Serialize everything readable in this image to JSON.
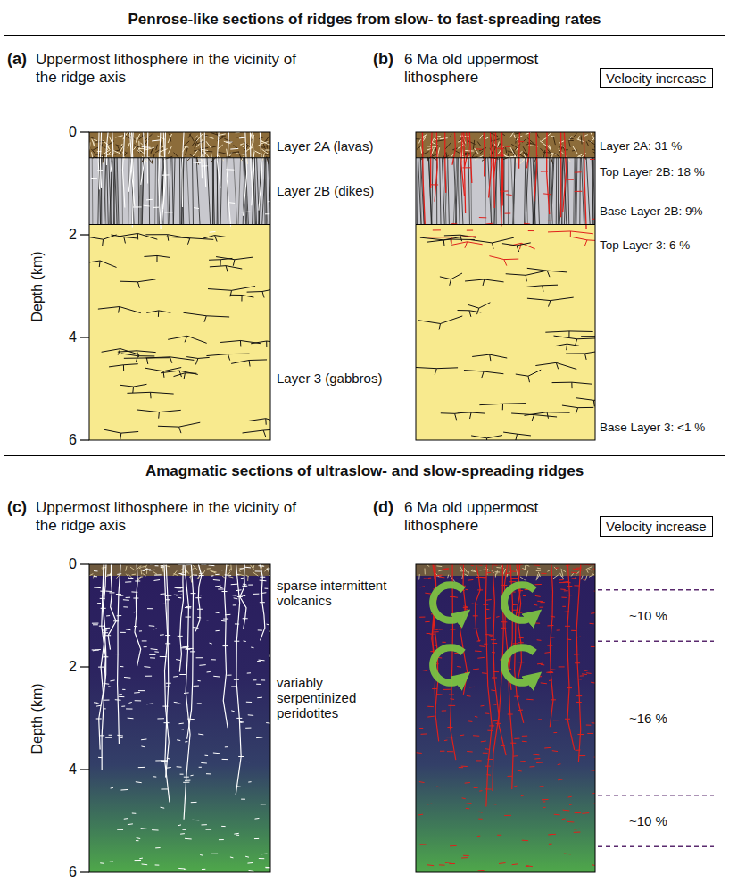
{
  "diagram": {
    "nodes": [
      {
        "text": [
          "Penrose-like sections of ridges from slow- to fast-spreading rates"
        ]
      },
      {
        "text": [
          "Velocity increase"
        ]
      },
      {
        "text": [
          "Amagmatic sections of ultraslow- and slow-spreading ridges"
        ]
      },
      {
        "text": [
          "Velocity increase"
        ]
      }
    ],
    "labels": [
      "(a)",
      "Uppermost lithosphere in the vicinity of the ridge axis",
      "(b)",
      "6 Ma old uppermost lithosphere",
      "0",
      "2",
      "4",
      "6",
      "Depth (km)",
      "Layer 2A (lavas)",
      "Layer 2B (dikes)",
      "Layer 3 (gabbros)",
      "Layer 2A: 31 %",
      "Top Layer 2B: 18 %",
      "Base Layer 2B: 9%",
      "Top Layer 3: 6 %",
      "Base Layer 3: <1 %",
      "(c)",
      "Uppermost lithosphere in the vicinity of the ridge axis",
      "(d)",
      "6 Ma old uppermost lithosphere",
      "0",
      "2",
      "4",
      "6",
      "Depth (km)",
      "sparse intermittent volcanics",
      "variably serpentinized peridotites",
      "~10 %",
      "~16 %",
      "~10 %"
    ]
  }
}
